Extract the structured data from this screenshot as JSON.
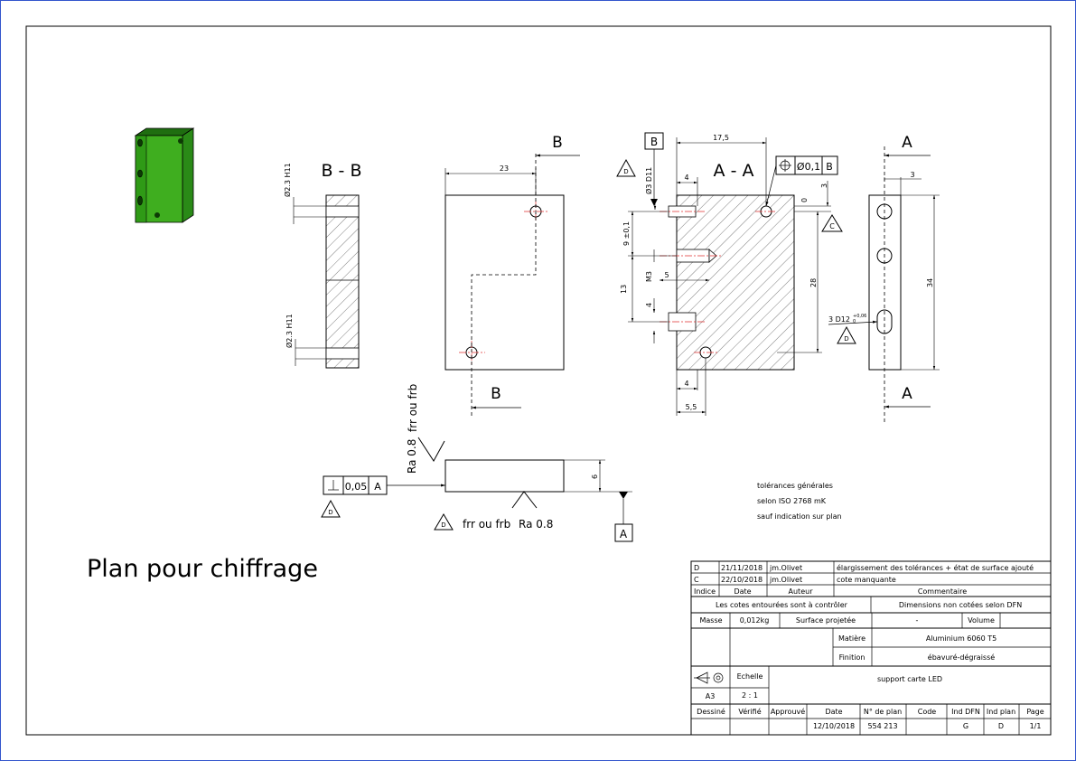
{
  "drawing": {
    "title": "Plan pour chiffrage",
    "views": {
      "section_bb_label": "B - B",
      "section_aa_label": "A - A",
      "cut_letter_b": "B",
      "cut_letter_a": "A"
    },
    "dimensions": {
      "d23": "23",
      "d175": "17,5",
      "d4_top": "4",
      "d0": "0",
      "d3_right": "3",
      "d3_side": "3",
      "d9": "9 ±0,1",
      "dM3": "M3",
      "d5": "5",
      "d13": "13",
      "d4_mid": "4",
      "d28": "28",
      "d34": "34",
      "d4_bottom": "4",
      "d55": "5,5",
      "d6": "6",
      "hole_bb_top": "Ø2.3 H11",
      "hole_bb_bottom": "Ø2.3 H11",
      "hole_aa_top": "Ø3 D11",
      "hole_slot": "3 D12",
      "tol_small_1": "+0,06",
      "tol_small_2": "0"
    },
    "gdt": {
      "position_value": "Ø0,1",
      "position_datum": "B",
      "perp_value": "0,05",
      "perp_datum": "A",
      "datum_b": "B",
      "datum_a": "A",
      "datum_c": "C",
      "rev_mark": "D"
    },
    "surface": {
      "ra_left": "Ra 0.8",
      "process_left": "frr ou frb",
      "ra_bottom": "Ra 0.8",
      "process_bottom": "frr ou frb"
    },
    "notes": {
      "line1": "tolérances générales",
      "line2": "selon ISO 2768 mK",
      "line3": "sauf indication sur plan"
    }
  },
  "title_block": {
    "rev_d": {
      "index": "D",
      "date": "21/11/2018",
      "author": "jm.Olivet",
      "comment": "élargissement des tolérances + état de surface ajouté"
    },
    "rev_c": {
      "index": "C",
      "date": "22/10/2018",
      "author": "jm.Olivet",
      "comment": "cote manquante"
    },
    "headers": {
      "index": "Indice",
      "date": "Date",
      "author": "Auteur",
      "comment": "Commentaire"
    },
    "note_left": "Les cotes entourées sont à contrôler",
    "note_right": "Dimensions non cotées selon DFN",
    "masse_label": "Masse",
    "masse_value": "0,012kg",
    "surface_label": "Surface projetée",
    "surface_value": "-",
    "volume_label": "Volume",
    "volume_value": "",
    "matiere_label": "Matière",
    "matiere_value": "Aluminium 6060 T5",
    "finition_label": "Finition",
    "finition_value": "ébavuré-dégraissé",
    "echelle_label": "Echelle",
    "echelle_value": "2 : 1",
    "format": "A3",
    "part_name": "support carte LED",
    "footer_labels": {
      "dessine": "Dessiné",
      "verifie": "Vérifié",
      "approuve": "Approuvé",
      "date": "Date",
      "no_plan": "N° de plan",
      "code": "Code",
      "ind_dfn": "Ind DFN",
      "ind_plan": "Ind plan",
      "page": "Page"
    },
    "footer_values": {
      "dessine": "",
      "verifie": "",
      "approuve": "",
      "date": "12/10/2018",
      "no_plan": "554 213",
      "code": "",
      "ind_dfn": "G",
      "ind_plan": "D",
      "page": "1/1"
    }
  },
  "colors": {
    "part_green": "#3fae1f",
    "centerline": "#e03030"
  }
}
